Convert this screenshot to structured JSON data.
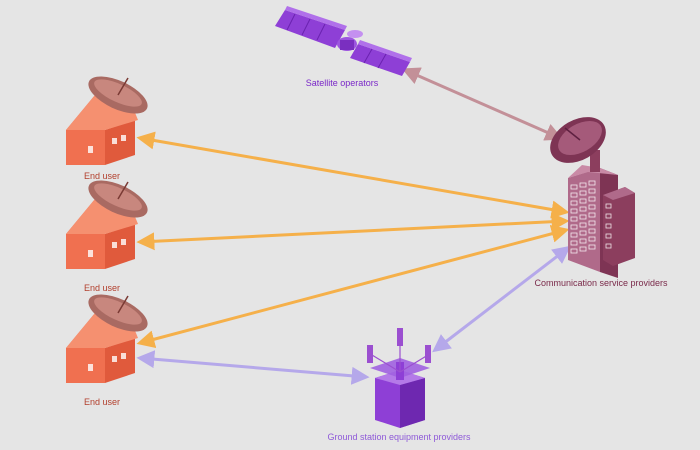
{
  "colors": {
    "background": "#e5e5e5",
    "house_wall": "#f07050",
    "house_roof": "#f38a66",
    "dish": "#a96a62",
    "satellite": "#8e3fd6",
    "building": "#8c3e5e",
    "tower": "#9b4fd0",
    "arrow_orange": "#f5b04a",
    "arrow_mauve": "#c39098",
    "arrow_lavender": "#b5a8ea",
    "text_red": "#b2402e",
    "text_purple": "#7a28c8",
    "text_dark": "#7a2a4a",
    "text_lavender": "#8f5ad8"
  },
  "nodes": {
    "satellite": {
      "label": "Satellite operators",
      "icon": "satellite-icon"
    },
    "end_user_1": {
      "label": "End user",
      "icon": "house-dish-icon"
    },
    "end_user_2": {
      "label": "End user",
      "icon": "house-dish-icon"
    },
    "end_user_3": {
      "label": "End user",
      "icon": "house-dish-icon"
    },
    "provider": {
      "label": "Communication service providers",
      "icon": "building-dish-icon"
    },
    "ground_station": {
      "label": "Ground station equipment providers",
      "icon": "antenna-tower-icon"
    }
  },
  "connections": [
    {
      "from": "satellite",
      "to": "provider",
      "style": "bidirectional",
      "color": "arrow_mauve"
    },
    {
      "from": "end_user_1",
      "to": "provider",
      "style": "bidirectional",
      "color": "arrow_orange"
    },
    {
      "from": "end_user_2",
      "to": "provider",
      "style": "bidirectional",
      "color": "arrow_orange"
    },
    {
      "from": "end_user_3",
      "to": "provider",
      "style": "bidirectional",
      "color": "arrow_orange"
    },
    {
      "from": "end_user_3",
      "to": "ground_station",
      "style": "bidirectional",
      "color": "arrow_lavender"
    },
    {
      "from": "ground_station",
      "to": "provider",
      "style": "bidirectional",
      "color": "arrow_lavender"
    }
  ]
}
